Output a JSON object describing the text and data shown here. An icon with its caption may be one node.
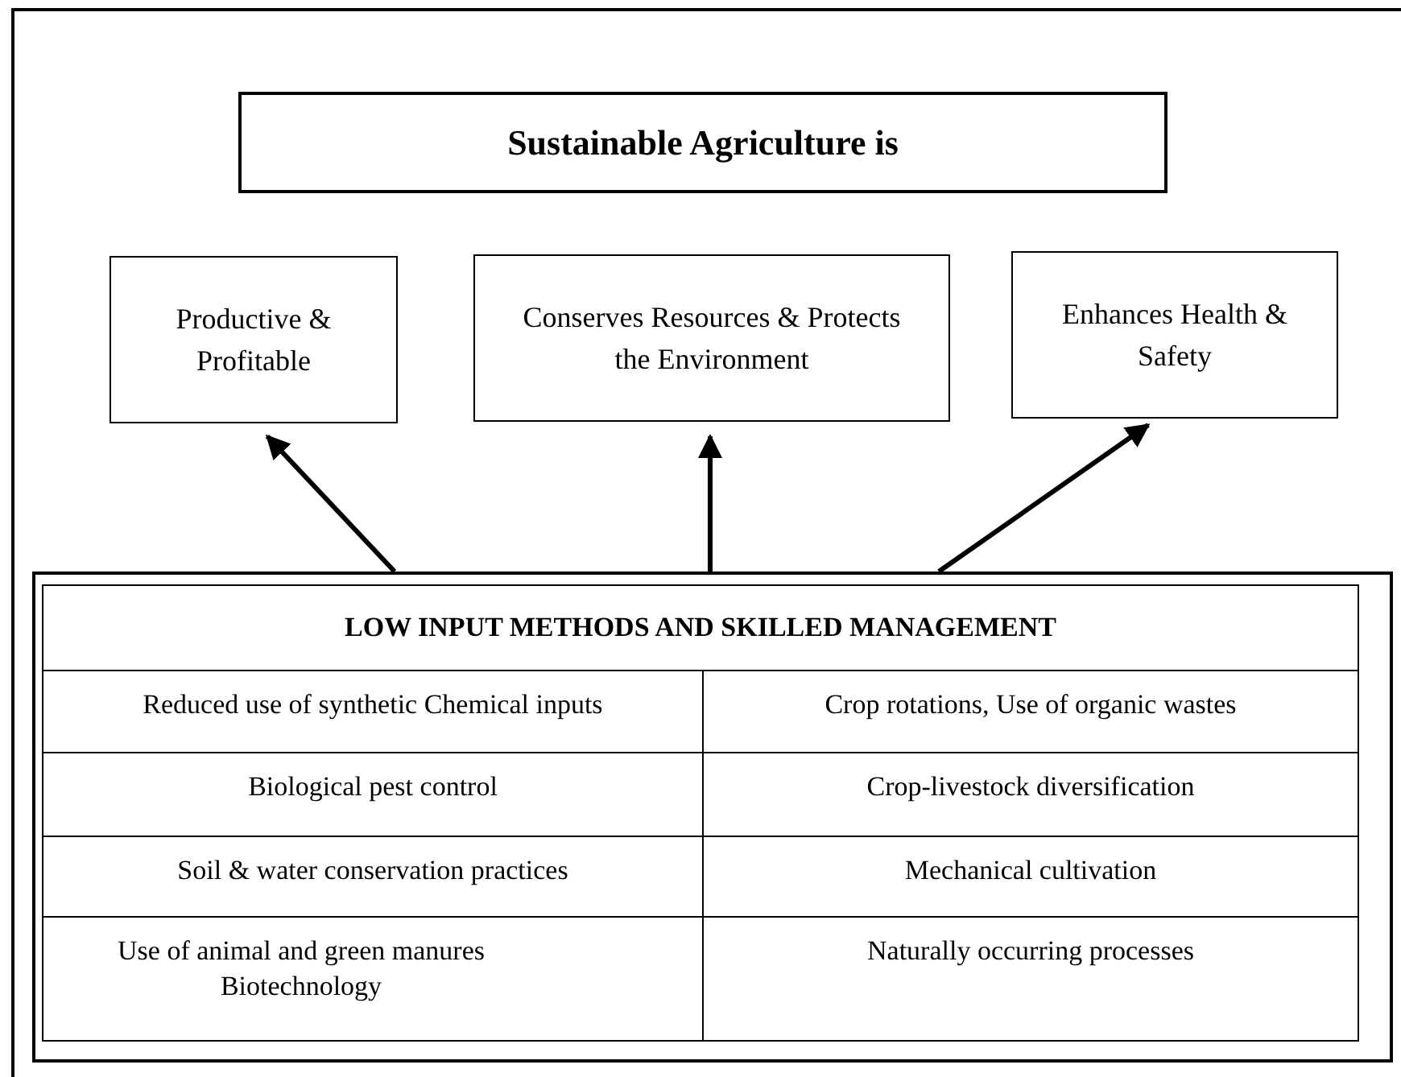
{
  "diagram": {
    "nodes": [
      {
        "text": [
          "Sustainable Agriculture is"
        ]
      },
      {
        "text": [
          "Productive & Profitable"
        ]
      },
      {
        "text": [
          "Conserves Resources & Protects the Environment"
        ]
      },
      {
        "text": [
          "Enhances Health & Safety"
        ]
      },
      {
        "text": [
          "LOW INPUT METHODS AND SKILLED MANAGEMENT"
        ]
      }
    ],
    "edges": [
      {
        "from": 4,
        "to": 1,
        "arrow": "to"
      },
      {
        "from": 4,
        "to": 2,
        "arrow": "to"
      },
      {
        "from": 4,
        "to": 3,
        "arrow": "to"
      }
    ],
    "labels": [
      "Reduced use of synthetic Chemical inputs",
      "Crop rotations, Use of organic wastes",
      "Biological pest control",
      "Crop-livestock diversification",
      "Soil & water conservation practices",
      "Mechanical cultivation",
      "Use of animal and green manures Biotechnology",
      "Naturally occurring processes"
    ]
  }
}
